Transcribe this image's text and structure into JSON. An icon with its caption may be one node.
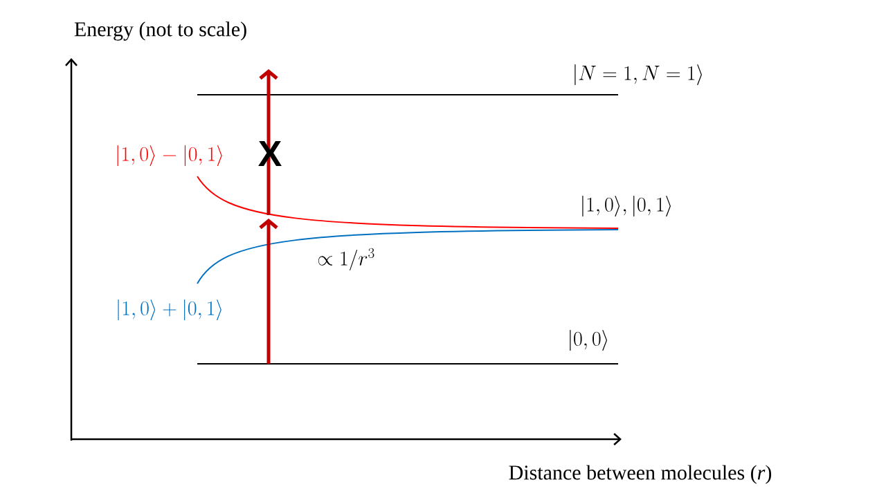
{
  "diagram": {
    "nodes": [
      {
        "text": [
          "|N=1, N=1\\rangle"
        ]
      },
      {
        "text": [
          "|1,0\\rangle - |0,1\\rangle"
        ]
      },
      {
        "text": [
          "|0,0\\rangle"
        ]
      }
    ],
    "edges": [
      {
        "from": 2,
        "to": 1,
        "arrow": "to",
        "color": "#c00000"
      },
      {
        "from": 1,
        "to": 0,
        "arrow": "to",
        "color": "#c00000"
      }
    ],
    "labels": [
      "Energy (not to scale)",
      "X",
      "|1,0\\rangle, |0,1\\rangle",
      "\\propto 1/r^3",
      "|1,0\\rangle + |0,1\\rangle",
      "Distance between molecules (*r*)"
    ]
  }
}
